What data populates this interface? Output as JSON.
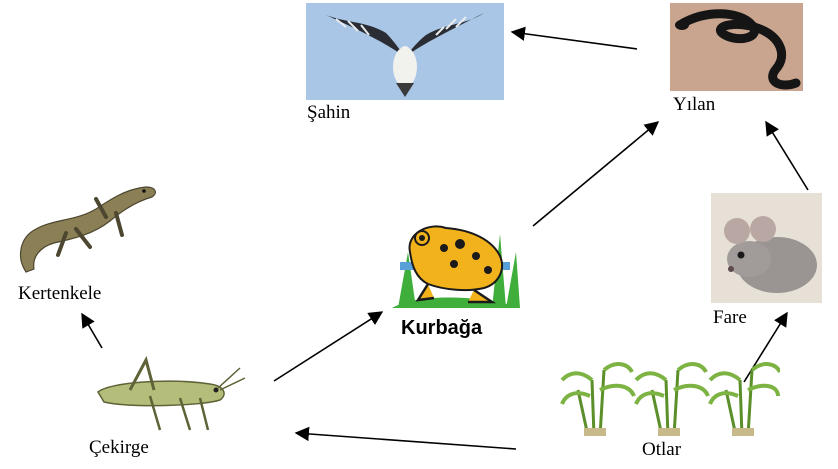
{
  "diagram": {
    "type": "food-web",
    "nodes": [
      {
        "id": "sahin",
        "label": "Şahin",
        "icon": "hawk-icon"
      },
      {
        "id": "yilan",
        "label": "Yılan",
        "icon": "snake-icon"
      },
      {
        "id": "kertenkele",
        "label": "Kertenkele",
        "icon": "lizard-icon"
      },
      {
        "id": "kurbaga",
        "label": "Kurbağa",
        "icon": "frog-icon"
      },
      {
        "id": "fare",
        "label": "Fare",
        "icon": "mouse-icon"
      },
      {
        "id": "cekirge",
        "label": "Çekirge",
        "icon": "grasshopper-icon"
      },
      {
        "id": "otlar",
        "label": "Otlar",
        "icon": "grass-icon"
      }
    ],
    "edges": [
      {
        "from": "yilan",
        "to": "sahin"
      },
      {
        "from": "kurbaga",
        "to": "yilan"
      },
      {
        "from": "fare",
        "to": "yilan"
      },
      {
        "from": "otlar",
        "to": "fare"
      },
      {
        "from": "otlar",
        "to": "cekirge"
      },
      {
        "from": "cekirge",
        "to": "kurbaga"
      },
      {
        "from": "cekirge",
        "to": "kertenkele"
      }
    ],
    "colors": {
      "sky": "#a9c6e6",
      "snake_bg": "#c9a58f",
      "frog": "#f2b21c",
      "frog_bg_grass": "#3fae3a",
      "mouse_bg": "#e7e0d6",
      "grass": "#7cb342",
      "arrow": "#000000"
    }
  }
}
